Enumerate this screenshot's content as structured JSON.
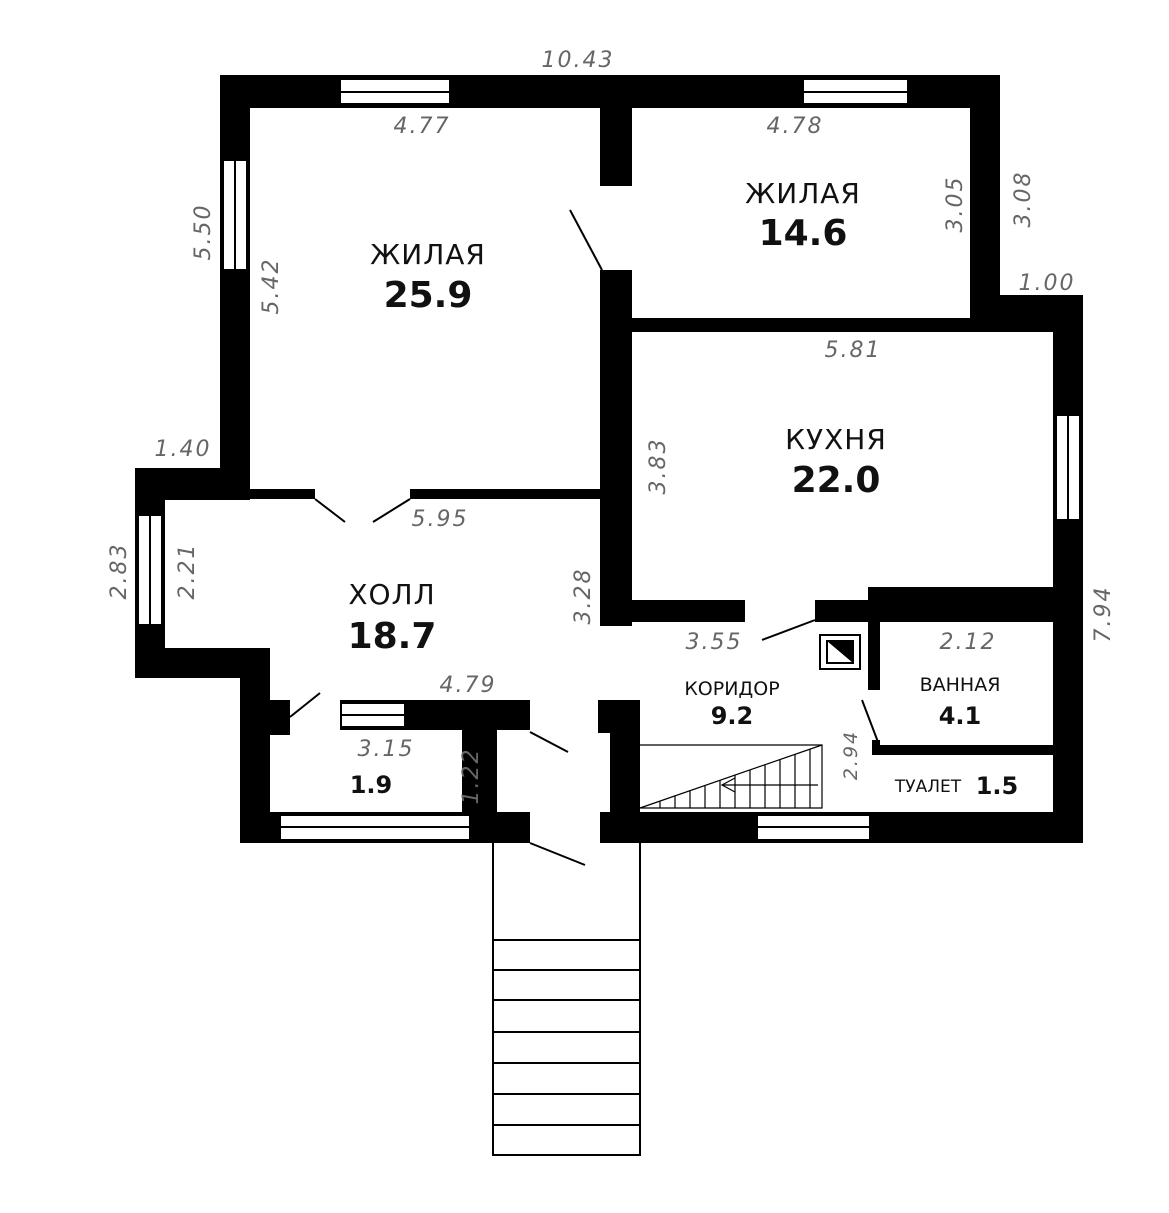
{
  "rooms": {
    "living1": {
      "name": "ЖИЛАЯ",
      "area": "25.9"
    },
    "living2": {
      "name": "ЖИЛАЯ",
      "area": "14.6"
    },
    "kitchen": {
      "name": "КУХНЯ",
      "area": "22.0"
    },
    "hall": {
      "name": "ХОЛЛ",
      "area": "18.7"
    },
    "corridor": {
      "name": "КОРИДОР",
      "area": "9.2"
    },
    "bath": {
      "name": "ВАННАЯ",
      "area": "4.1"
    },
    "toilet": {
      "name": "ТУАЛЕТ",
      "area": "1.5"
    },
    "wc_small": {
      "area": "1.9"
    }
  },
  "dimensions": {
    "total_width": "10.43",
    "living1_width": "4.77",
    "living2_width": "4.78",
    "living1_outer_height": "5.50",
    "living1_height": "5.42",
    "living2_height": "3.05",
    "living2_outer_height": "3.08",
    "step_right": "1.00",
    "kitchen_width": "5.81",
    "kitchen_height": "3.83",
    "step_left": "1.40",
    "hall_width": "5.95",
    "hall_outer_height": "2.83",
    "hall_height": "2.21",
    "hall_right_height": "3.28",
    "corridor_width": "3.55",
    "bath_width": "2.12",
    "right_outer_height": "7.94",
    "hall_bottom_width": "4.79",
    "wc_width": "3.15",
    "wc_height": "1.22",
    "corridor_height": "2.94"
  }
}
